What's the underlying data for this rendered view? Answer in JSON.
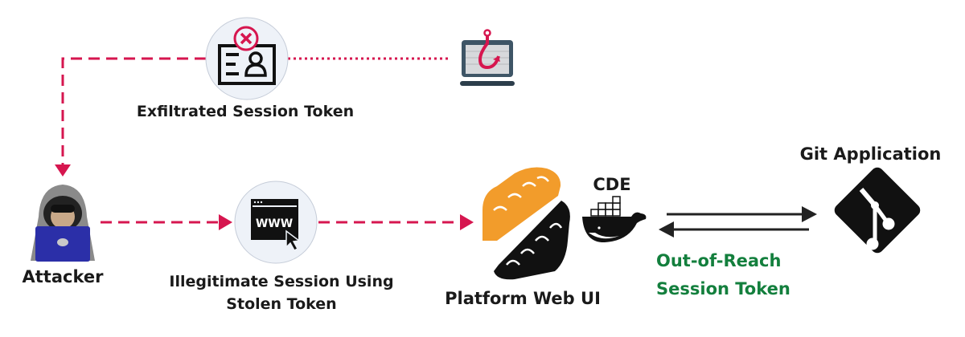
{
  "nodes": {
    "exfiltrated": {
      "label": "Exfiltrated Session Token",
      "icon": "id-card-x-icon"
    },
    "phishing": {
      "icon": "phishing-laptop-icon"
    },
    "attacker": {
      "label": "Attacker",
      "icon": "hacker-icon"
    },
    "illegitimate": {
      "label_line1": "Illegitimate Session Using",
      "label_line2": "Stolen Token",
      "icon": "browser-www-icon",
      "www_text": "WWW"
    },
    "platform": {
      "label": "Platform Web UI",
      "icon": "brain-handshake-icon"
    },
    "cde": {
      "label": "CDE",
      "icon": "docker-whale-icon"
    },
    "git": {
      "label": "Git Application",
      "icon": "git-icon"
    }
  },
  "edges": {
    "out_of_reach_line1": "Out-of-Reach",
    "out_of_reach_line2": "Session Token"
  },
  "colors": {
    "attack_path": "#d6164f",
    "safe_label": "#137f3d",
    "brain_orange": "#f29c2b",
    "laptop_blue": "#2b2fa8"
  }
}
